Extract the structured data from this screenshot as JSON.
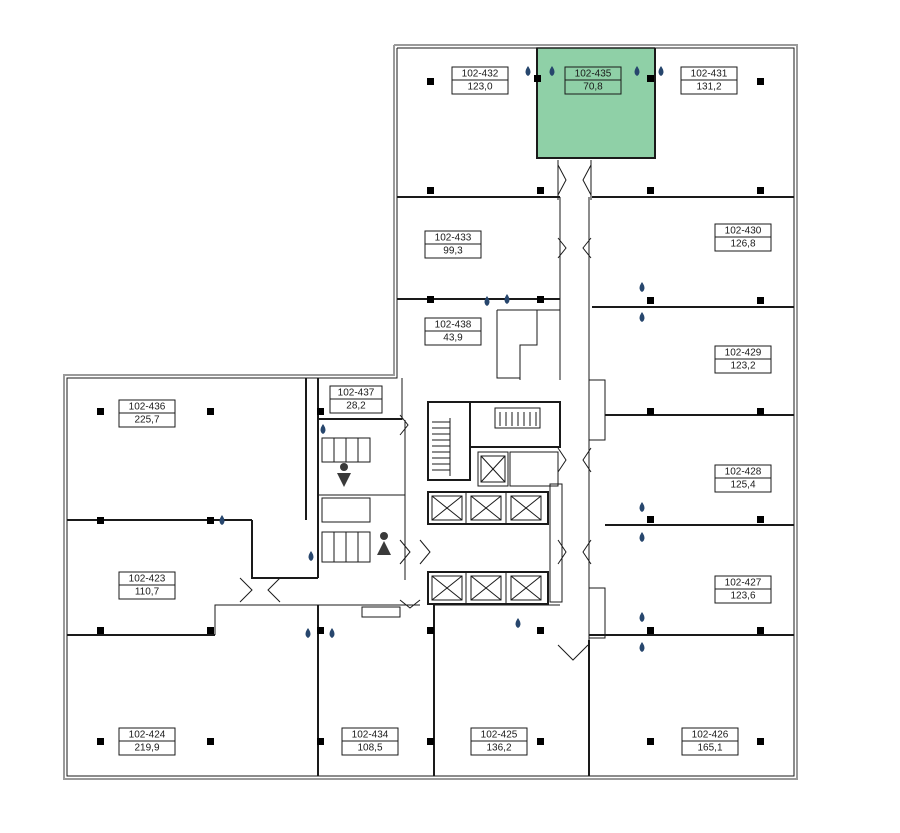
{
  "colors": {
    "selected_fill": "#8fd0a7",
    "water_icon": "#27466d",
    "wall": "#1a1a1a"
  },
  "selected_unit": "102-435",
  "units": [
    {
      "id": "102-432",
      "area": "123,0"
    },
    {
      "id": "102-435",
      "area": "70,8"
    },
    {
      "id": "102-431",
      "area": "131,2"
    },
    {
      "id": "102-433",
      "area": "99,3"
    },
    {
      "id": "102-430",
      "area": "126,8"
    },
    {
      "id": "102-438",
      "area": "43,9"
    },
    {
      "id": "102-429",
      "area": "123,2"
    },
    {
      "id": "102-436",
      "area": "225,7"
    },
    {
      "id": "102-437",
      "area": "28,2"
    },
    {
      "id": "102-428",
      "area": "125,4"
    },
    {
      "id": "102-423",
      "area": "110,7"
    },
    {
      "id": "102-427",
      "area": "123,6"
    },
    {
      "id": "102-424",
      "area": "219,9"
    },
    {
      "id": "102-434",
      "area": "108,5"
    },
    {
      "id": "102-425",
      "area": "136,2"
    },
    {
      "id": "102-426",
      "area": "165,1"
    }
  ],
  "icons": {
    "water": "water-drop-icon",
    "column": "column-icon",
    "male_wc": "male-restroom-icon",
    "female_wc": "female-restroom-icon",
    "elevator": "elevator-icon",
    "stairs": "stairs-icon"
  }
}
